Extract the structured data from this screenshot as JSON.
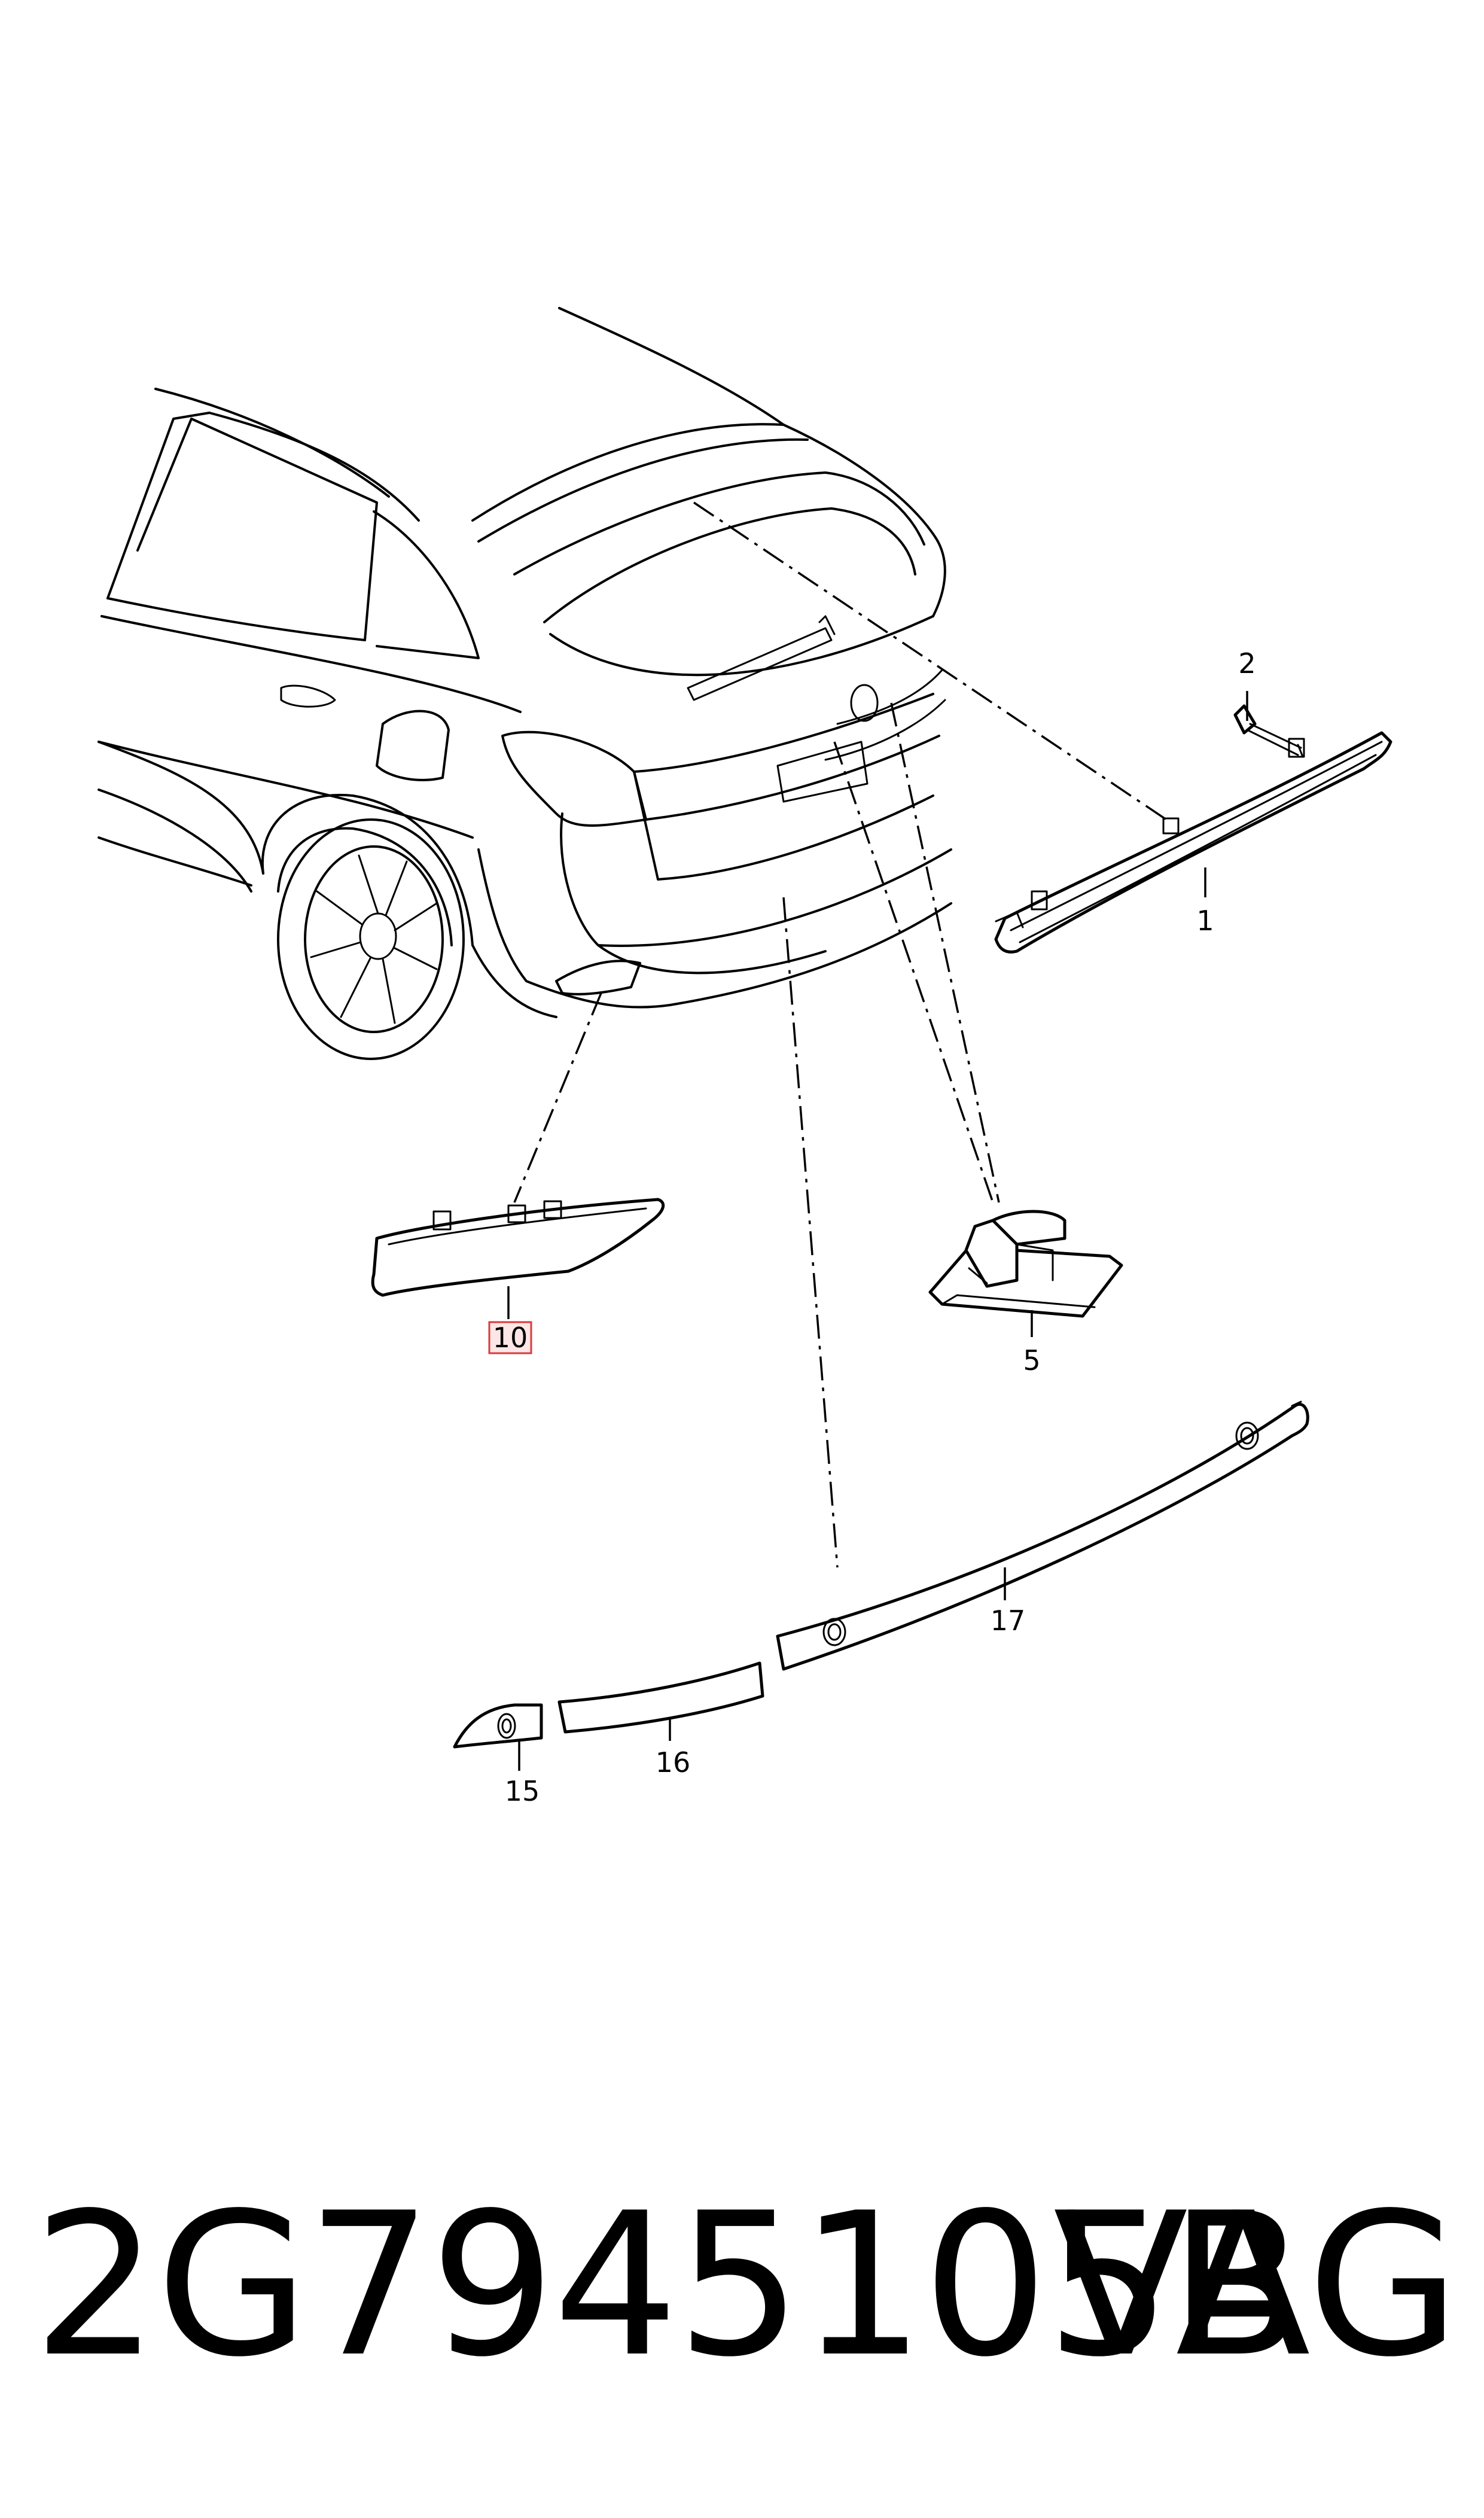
{
  "diagram": {
    "callouts": {
      "c1": "1",
      "c2": "2",
      "c5": "5",
      "c10": "10",
      "c15": "15",
      "c16": "16",
      "c17": "17"
    },
    "highlighted_callout": "10",
    "highlight_color": "#d93b3b"
  },
  "footer": {
    "part_number": "2G7945105B",
    "brand": "VAG"
  }
}
